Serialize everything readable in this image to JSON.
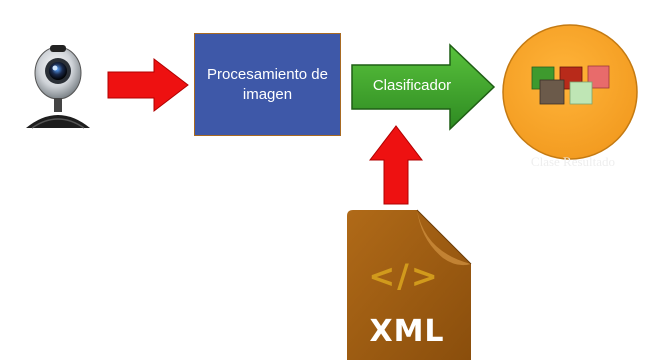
{
  "diagram": {
    "nodes": {
      "processing": {
        "label": "Procesamiento de imagen",
        "color": "#3e58a8"
      },
      "classifier": {
        "label": "Clasificador",
        "color": "#3f9e2f"
      },
      "result": {
        "label": "Clase Resultado",
        "color": "#f5a12a"
      },
      "xml": {
        "code_symbol": "</>",
        "label": "XML",
        "color": "#a35f12"
      }
    },
    "icons": {
      "source": "webcam-icon",
      "result_inner": "colored-squares-icon"
    },
    "arrow_color": "#ee1111"
  }
}
